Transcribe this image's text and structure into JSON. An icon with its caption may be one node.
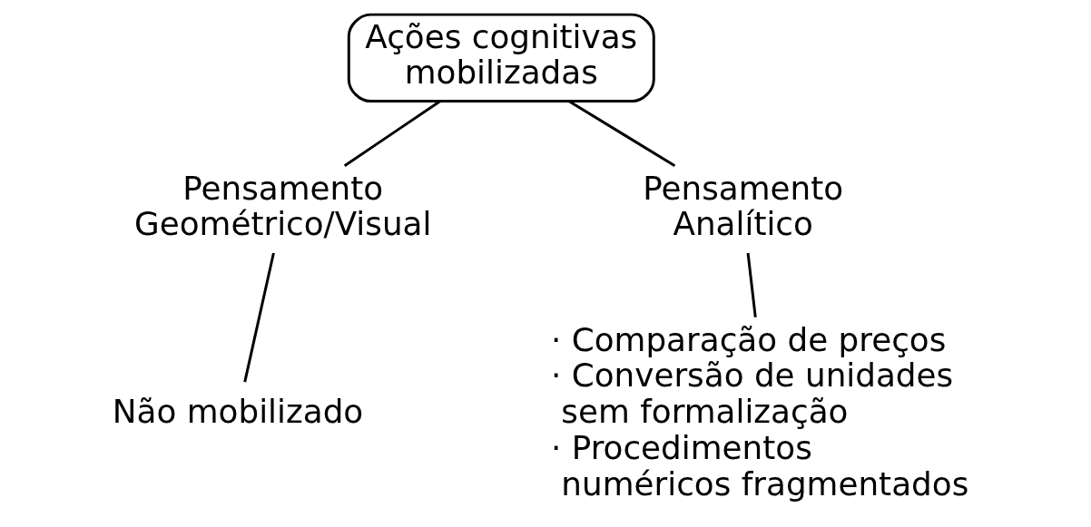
{
  "diagram": {
    "nodes": [
      {
        "text": [
          "Ações cognitivas mobilizadas"
        ]
      },
      {
        "text": [
          "Pensamento Geométrico/Visual"
        ]
      },
      {
        "text": [
          "Pensamento Analítico"
        ]
      },
      {
        "text": [
          "Não mobilizado"
        ]
      },
      {
        "text": [
          "· Comparação de preços",
          "· Conversão de unidades sem formalização",
          "· Procedimentos numéricos fragmentados"
        ]
      }
    ],
    "edges": [
      {
        "from": 0,
        "to": 1,
        "arrow": "none"
      },
      {
        "from": 0,
        "to": 2,
        "arrow": "none"
      },
      {
        "from": 1,
        "to": 3,
        "arrow": "none"
      },
      {
        "from": 2,
        "to": 4,
        "arrow": "none"
      }
    ]
  }
}
